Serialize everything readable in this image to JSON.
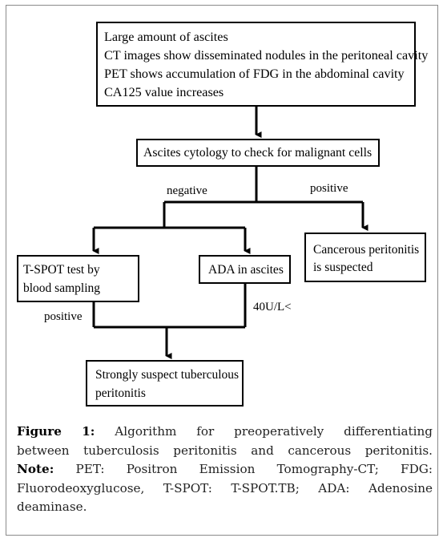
{
  "flowchart": {
    "top_box": {
      "lines": [
        "Large amount of ascites",
        "CT images show disseminated nodules in the peritoneal cavity",
        "PET shows accumulation of FDG in the abdominal cavity",
        "CA125 value increases"
      ]
    },
    "cytology_box": "Ascites cytology to check for malignant cells",
    "negative_label": "negative",
    "positive_label_right": "positive",
    "cancerous_box": [
      "Cancerous peritonitis",
      "is suspected"
    ],
    "tspot_box": [
      "T-SPOT test by",
      "blood sampling"
    ],
    "ada_box": "ADA in ascites",
    "positive_label_left": "positive",
    "ada_threshold_label": "40U/L<",
    "tb_box": [
      "Strongly suspect tuberculous",
      "peritonitis"
    ]
  },
  "caption": {
    "figure_label": "Figure 1:",
    "title_line1": "Algorithm for preoperatively differentiating",
    "title_line2": "between tuberculosis peritonitis and cancerous peritonitis.",
    "note_label": "Note:",
    "note_line1": "PET: Positron Emission Tomography-CT; FDG:",
    "note_line2": "Fluorodeoxyglucose, T-SPOT: T-SPOT.TB; ADA: Adenosine",
    "note_line3": "deaminase."
  }
}
